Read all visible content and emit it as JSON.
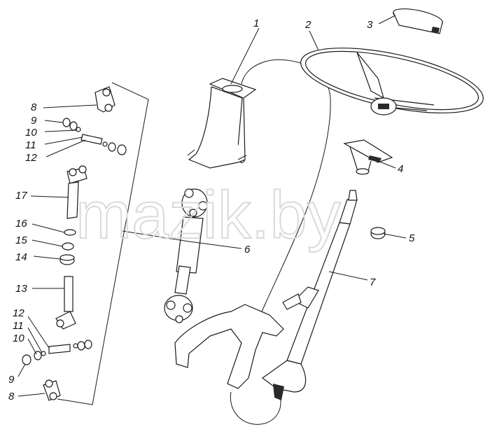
{
  "watermark": "mazik.by",
  "labels": {
    "l1": "1",
    "l2": "2",
    "l3": "3",
    "l4": "4",
    "l5": "5",
    "l6": "6",
    "l7": "7",
    "l8a": "8",
    "l9a": "9",
    "l10a": "10",
    "l11a": "11",
    "l12a": "12",
    "l17": "17",
    "l16": "16",
    "l15": "15",
    "l14": "14",
    "l13": "13",
    "l12b": "12",
    "l11b": "11",
    "l10b": "10",
    "l9b": "9",
    "l8b": "8"
  }
}
